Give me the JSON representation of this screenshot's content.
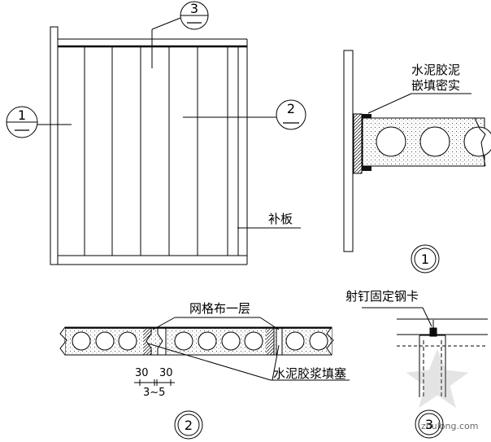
{
  "elevation": {
    "markers": [
      {
        "id": "m1",
        "number": "1"
      },
      {
        "id": "m2",
        "number": "2"
      },
      {
        "id": "m3",
        "number": "3"
      }
    ],
    "filler_panel_label": "补板"
  },
  "detail1": {
    "note_line1": "水泥胶泥",
    "note_line2": "嵌填密实",
    "tag": "1"
  },
  "detail2": {
    "mesh_label": "网格布一层",
    "grout_label": "水泥胶浆填塞",
    "dim_left": "30",
    "dim_right": "30",
    "gap_dim": "3~5",
    "tag": "2"
  },
  "detail3": {
    "nail_label": "射钉固定钢卡",
    "tag": "3"
  },
  "watermark": {
    "text": "zhulong.com"
  }
}
